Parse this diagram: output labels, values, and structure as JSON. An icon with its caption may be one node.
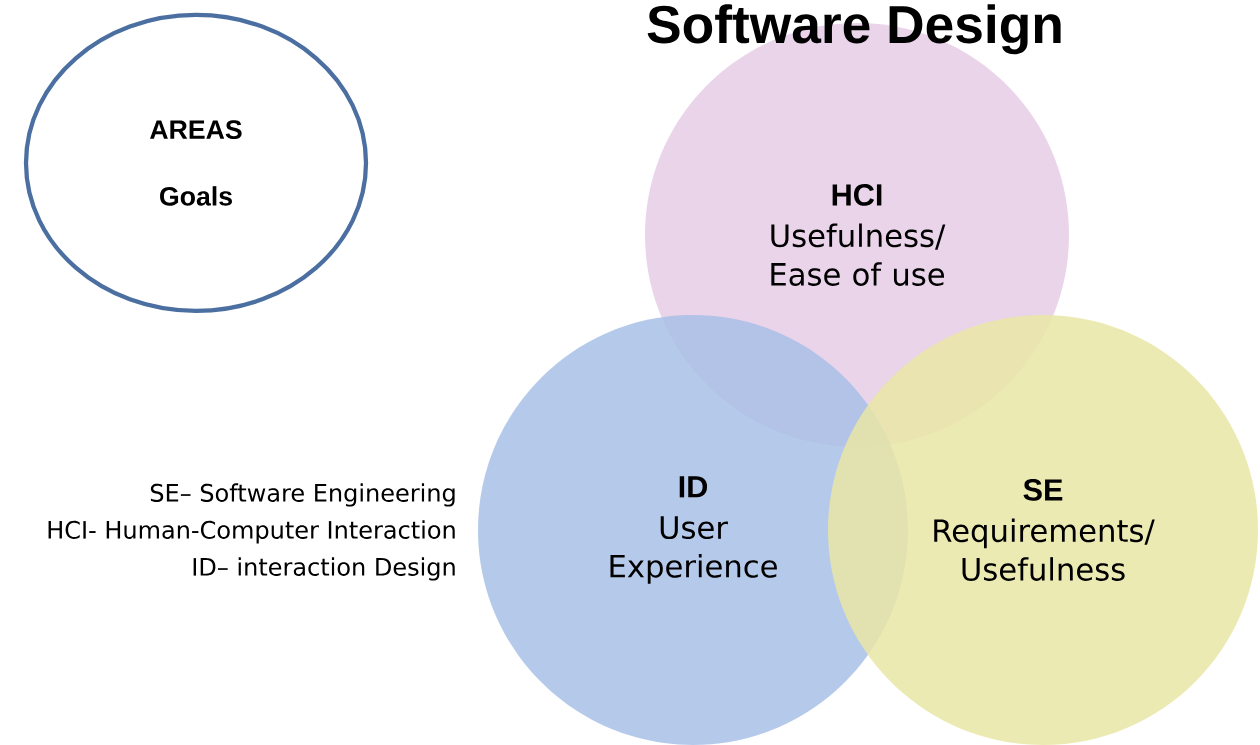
{
  "diagram": {
    "title": "Software Design",
    "nodes": [
      {
        "text": [
          "AREAS",
          "Goals"
        ]
      },
      {
        "text": [
          "HCI",
          "Usefulness/ Ease of use"
        ]
      },
      {
        "text": [
          "ID",
          "User Experience"
        ]
      },
      {
        "text": [
          "SE",
          "Requirements/ Usefulness"
        ]
      }
    ],
    "labels": [
      "SE– Software Engineering",
      "HCI- Human-Computer Interaction",
      "ID– interaction Design"
    ]
  }
}
